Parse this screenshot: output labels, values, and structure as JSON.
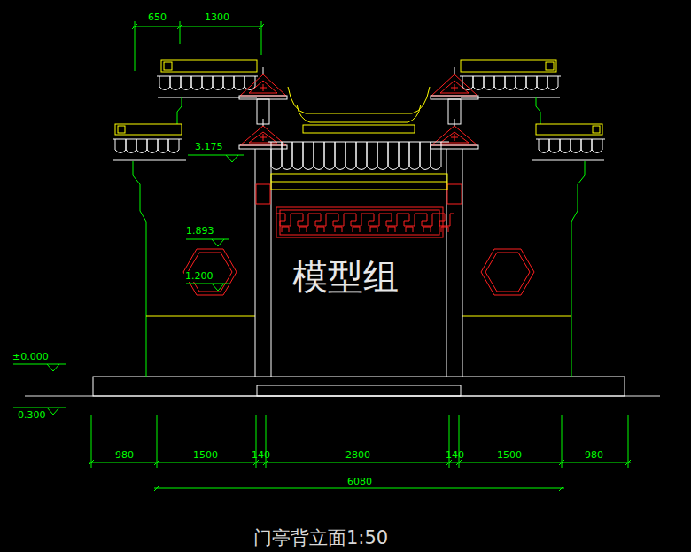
{
  "diagram": {
    "caption": "门亭背立面1:50",
    "labels": [
      "650",
      "1300",
      "3.175",
      "1.893",
      "1.200",
      "±0.000",
      "-0.300",
      "980",
      "1500",
      "140",
      "2800",
      "140",
      "1500",
      "980",
      "6080",
      "模型组"
    ]
  }
}
